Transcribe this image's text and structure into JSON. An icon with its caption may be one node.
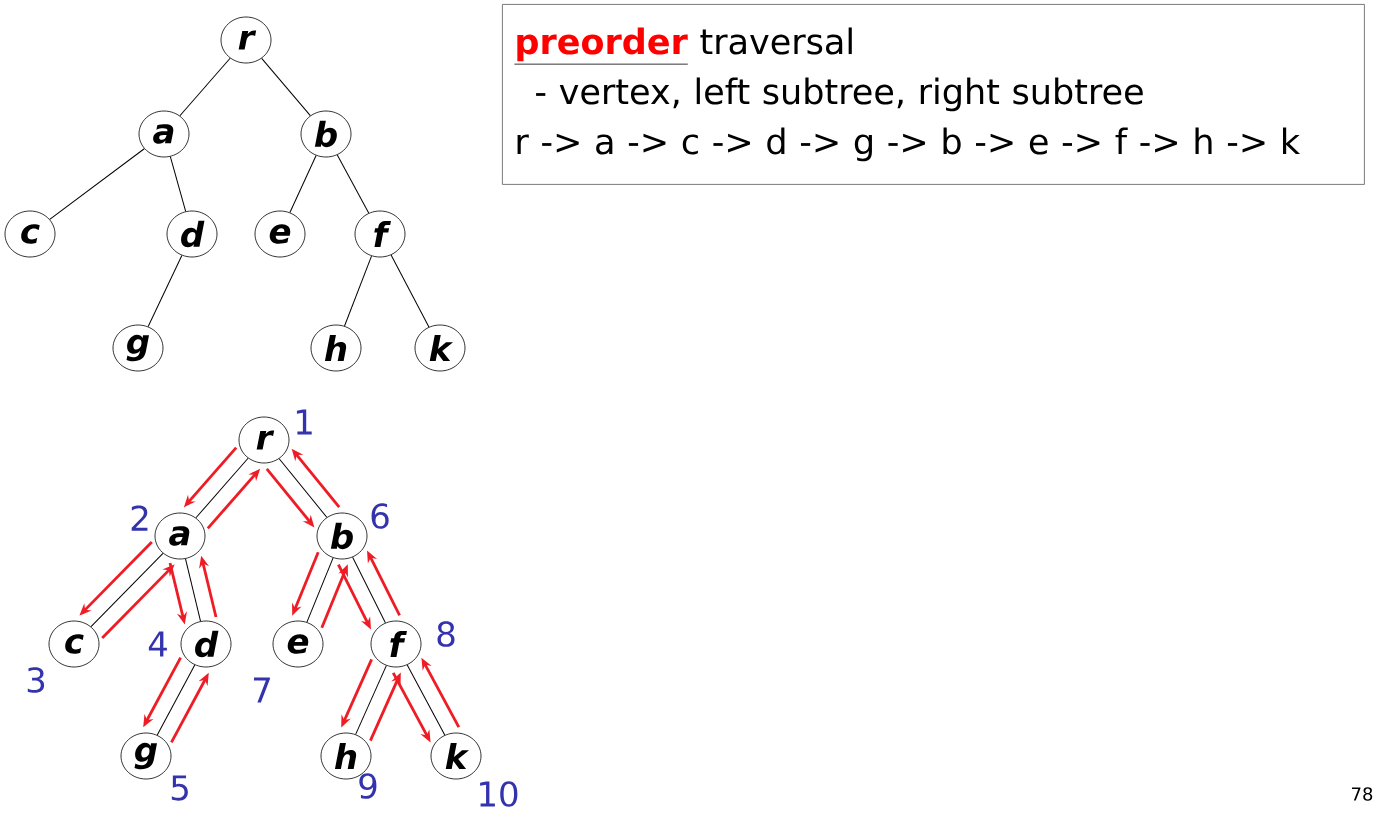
{
  "diagram": {
    "nodes": [
      {
        "text": [
          "r"
        ]
      },
      {
        "text": [
          "a"
        ]
      },
      {
        "text": [
          "b"
        ]
      },
      {
        "text": [
          "c"
        ]
      },
      {
        "text": [
          "d"
        ]
      },
      {
        "text": [
          "e"
        ]
      },
      {
        "text": [
          "f"
        ]
      },
      {
        "text": [
          "g"
        ]
      },
      {
        "text": [
          "h"
        ]
      },
      {
        "text": [
          "k"
        ]
      },
      {
        "text": [
          "**preorder** traversal",
          "- vertex, left subtree, right subtree",
          "r -> a -> c -> d -> g -> b -> e -> f -> h -> k"
        ]
      },
      {
        "text": [
          "r"
        ],
        "beside": [
          "1"
        ]
      },
      {
        "text": [
          "a"
        ],
        "beside": [
          "2"
        ]
      },
      {
        "text": [
          "b"
        ],
        "beside": [
          "6"
        ]
      },
      {
        "text": [
          "c"
        ],
        "beside": [
          "3"
        ]
      },
      {
        "text": [
          "d"
        ],
        "beside": [
          "4"
        ]
      },
      {
        "text": [
          "e"
        ],
        "beside": [
          "7"
        ]
      },
      {
        "text": [
          "f"
        ],
        "beside": [
          "8"
        ]
      },
      {
        "text": [
          "g"
        ],
        "beside": [
          "5"
        ]
      },
      {
        "text": [
          "h"
        ],
        "beside": [
          "9"
        ]
      },
      {
        "text": [
          "k"
        ],
        "beside": [
          "10"
        ]
      }
    ],
    "edges": [
      {
        "from": 0,
        "to": 1,
        "arrow": "none"
      },
      {
        "from": 0,
        "to": 2,
        "arrow": "none"
      },
      {
        "from": 1,
        "to": 3,
        "arrow": "none"
      },
      {
        "from": 1,
        "to": 4,
        "arrow": "none"
      },
      {
        "from": 4,
        "to": 7,
        "arrow": "none"
      },
      {
        "from": 2,
        "to": 5,
        "arrow": "none"
      },
      {
        "from": 2,
        "to": 6,
        "arrow": "none"
      },
      {
        "from": 6,
        "to": 8,
        "arrow": "none"
      },
      {
        "from": 6,
        "to": 9,
        "arrow": "none"
      },
      {
        "from": 11,
        "to": 12,
        "arrow": "none"
      },
      {
        "from": 11,
        "to": 13,
        "arrow": "none"
      },
      {
        "from": 12,
        "to": 14,
        "arrow": "none"
      },
      {
        "from": 12,
        "to": 15,
        "arrow": "none"
      },
      {
        "from": 15,
        "to": 18,
        "arrow": "none"
      },
      {
        "from": 13,
        "to": 16,
        "arrow": "none"
      },
      {
        "from": 13,
        "to": 17,
        "arrow": "none"
      },
      {
        "from": 17,
        "to": 19,
        "arrow": "none"
      },
      {
        "from": 17,
        "to": 20,
        "arrow": "none"
      },
      {
        "from": 11,
        "to": 12,
        "arrow": "to",
        "color": "#ee1c24"
      },
      {
        "from": 12,
        "to": 14,
        "arrow": "to",
        "color": "#ee1c24"
      },
      {
        "from": 14,
        "to": 12,
        "arrow": "to",
        "color": "#ee1c24"
      },
      {
        "from": 12,
        "to": 15,
        "arrow": "to",
        "color": "#ee1c24"
      },
      {
        "from": 15,
        "to": 18,
        "arrow": "to",
        "color": "#ee1c24"
      },
      {
        "from": 18,
        "to": 15,
        "arrow": "to",
        "color": "#ee1c24"
      },
      {
        "from": 15,
        "to": 12,
        "arrow": "to",
        "color": "#ee1c24"
      },
      {
        "from": 12,
        "to": 11,
        "arrow": "to",
        "color": "#ee1c24"
      },
      {
        "from": 11,
        "to": 13,
        "arrow": "to",
        "color": "#ee1c24"
      },
      {
        "from": 13,
        "to": 16,
        "arrow": "to",
        "color": "#ee1c24"
      },
      {
        "from": 16,
        "to": 13,
        "arrow": "to",
        "color": "#ee1c24"
      },
      {
        "from": 13,
        "to": 17,
        "arrow": "to",
        "color": "#ee1c24"
      },
      {
        "from": 17,
        "to": 19,
        "arrow": "to",
        "color": "#ee1c24"
      },
      {
        "from": 19,
        "to": 17,
        "arrow": "to",
        "color": "#ee1c24"
      },
      {
        "from": 17,
        "to": 20,
        "arrow": "to",
        "color": "#ee1c24"
      },
      {
        "from": 20,
        "to": 17,
        "arrow": "to",
        "color": "#ee1c24"
      },
      {
        "from": 17,
        "to": 13,
        "arrow": "to",
        "color": "#ee1c24"
      },
      {
        "from": 13,
        "to": 11,
        "arrow": "to",
        "color": "#ee1c24"
      }
    ],
    "labels": [
      "78"
    ]
  }
}
